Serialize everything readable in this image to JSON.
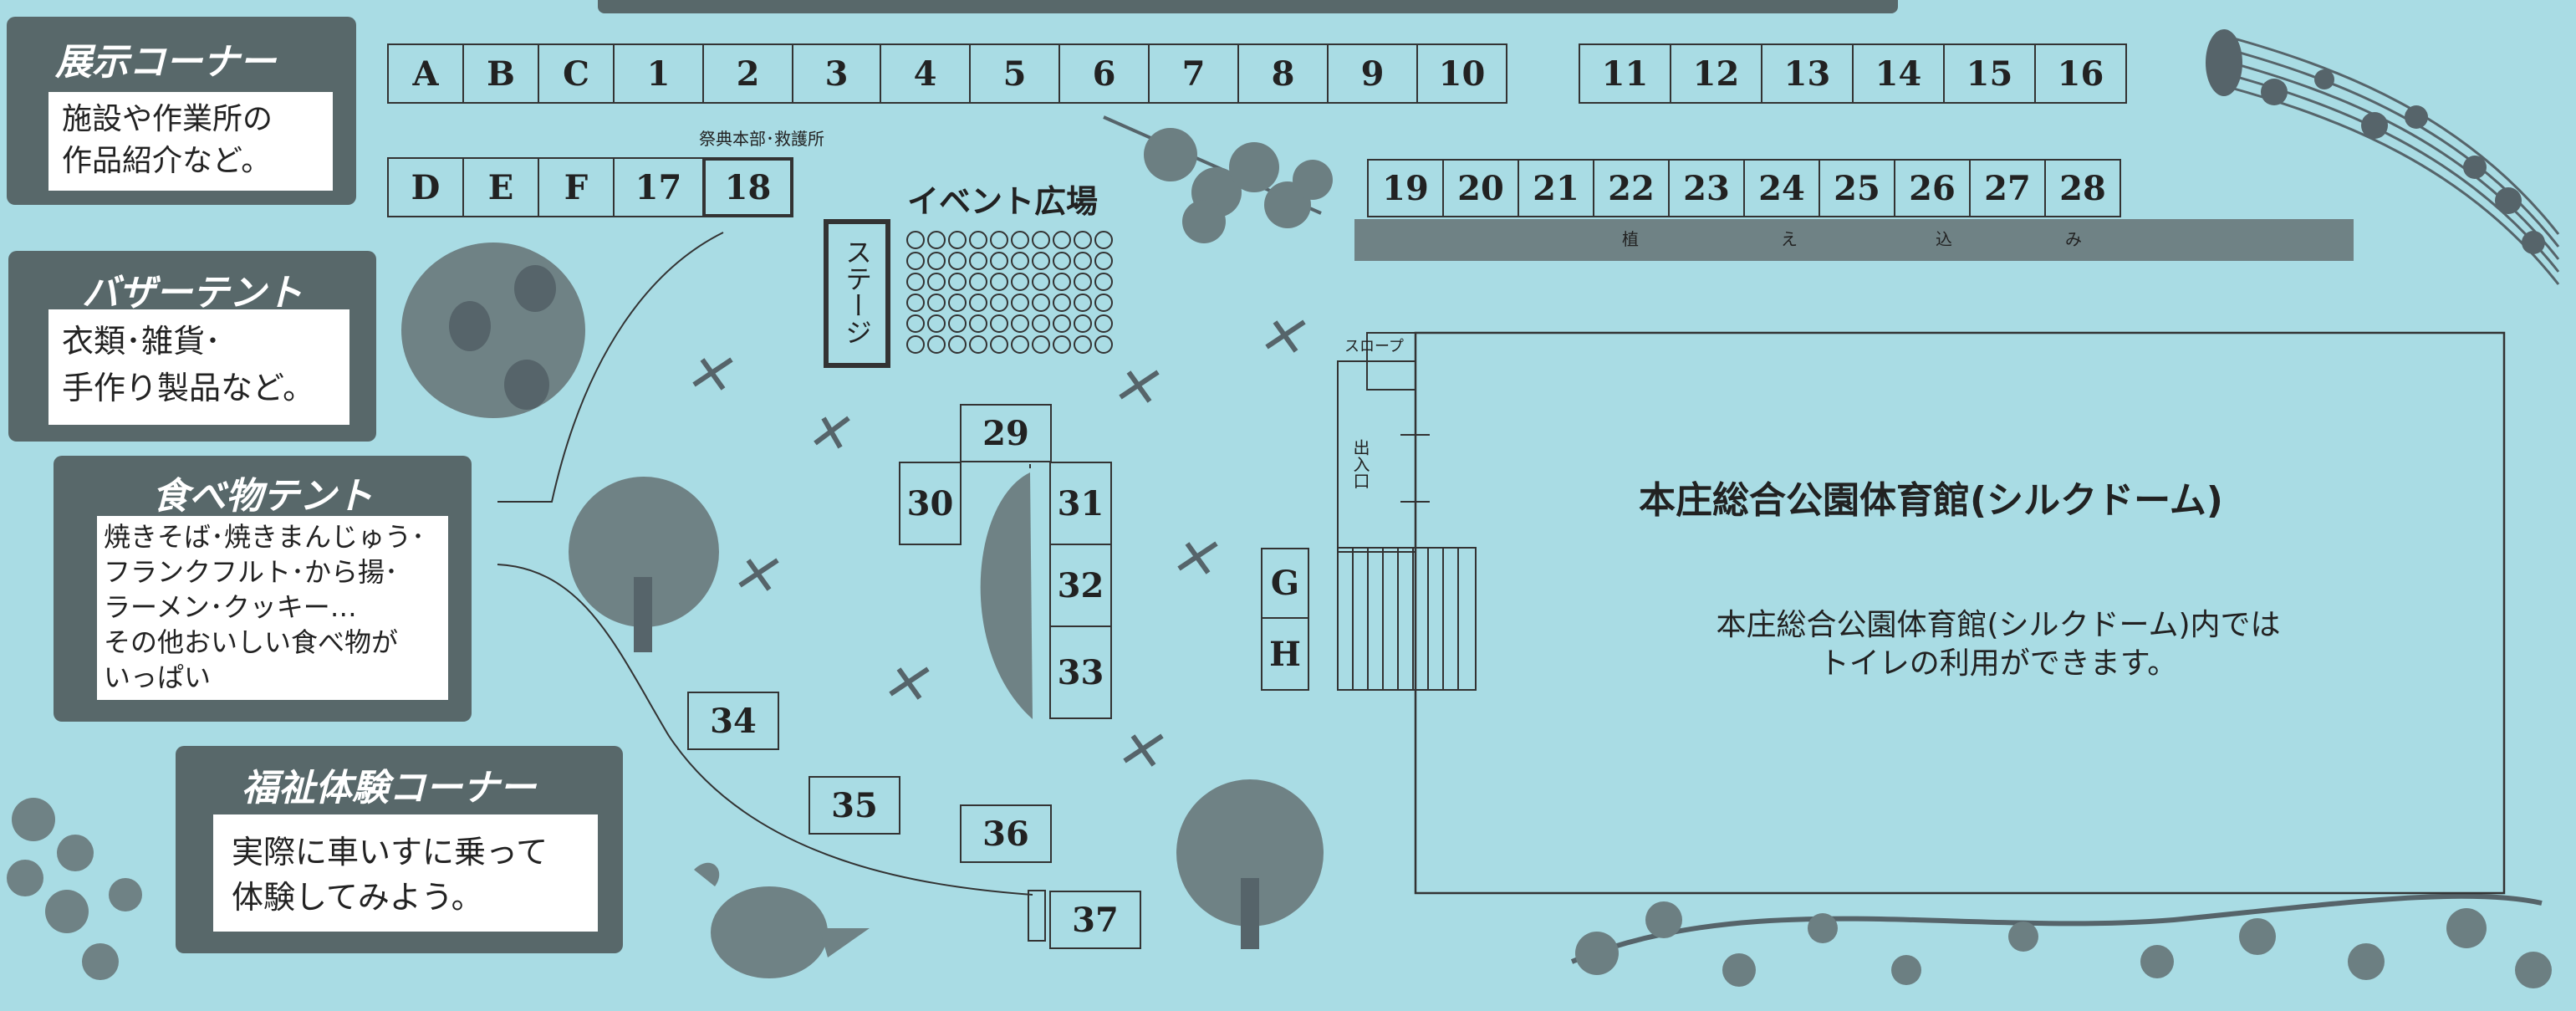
{
  "legend": [
    {
      "title": "展示コーナー",
      "lines": [
        "施設や作業所の",
        "作品紹介など。"
      ]
    },
    {
      "title": "バザーテント",
      "lines": [
        "衣類･雑貨･",
        "手作り製品など。"
      ]
    },
    {
      "title": "食べ物テント",
      "lines": [
        "焼きそば･焼きまんじゅう･",
        "フランクフルト･から揚･",
        "ラーメン･クッキー…",
        "その他おいしい食べ物が",
        "いっぱい"
      ]
    },
    {
      "title": "福祉体験コーナー",
      "lines": [
        "実際に車いすに乗って",
        "体験してみよう。"
      ]
    }
  ],
  "booths": {
    "row1a": [
      "A",
      "B",
      "C",
      "1",
      "2",
      "3",
      "4",
      "5",
      "6",
      "7",
      "8",
      "9",
      "10"
    ],
    "row1b": [
      "11",
      "12",
      "13",
      "14",
      "15",
      "16"
    ],
    "row2a": [
      "D",
      "E",
      "F",
      "17",
      "18"
    ],
    "row2b": [
      "19",
      "20",
      "21",
      "22",
      "23",
      "24",
      "25",
      "26",
      "27",
      "28"
    ],
    "b29": "29",
    "b30": "30",
    "b31": "31",
    "b32": "32",
    "b33": "33",
    "b34": "34",
    "b35": "35",
    "b36": "36",
    "b37": "37",
    "g": "G",
    "h": "H"
  },
  "labels": {
    "headquarters": "祭典本部･救護所",
    "event_plaza": "イベント広場",
    "stage": "ステージ",
    "planting": [
      "植",
      "え",
      "込",
      "み"
    ],
    "slope": "スロープ",
    "entrance": "出入口",
    "gym_title": "本庄総合公園体育館(シルクドーム)",
    "gym_note": [
      "本庄総合公園体育館(シルクドーム)内では",
      "トイレの利用ができます。"
    ]
  }
}
